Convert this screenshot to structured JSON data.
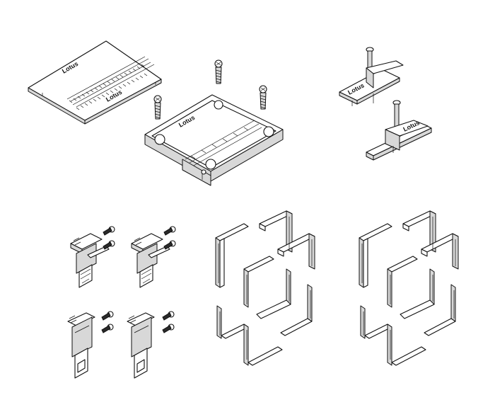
{
  "figure": {
    "background": "#ffffff",
    "line_color": "#111111",
    "parts": [
      {
        "name": "cover-plate",
        "label": "Lotus"
      },
      {
        "name": "base-housing",
        "label": "Lotus"
      },
      {
        "name": "top-bracket-small",
        "label": "Lotus"
      },
      {
        "name": "top-bracket-long",
        "label": "Lotus"
      }
    ],
    "icons": [
      "screw-icon",
      "clip-icon",
      "corner-frame-icon"
    ]
  }
}
